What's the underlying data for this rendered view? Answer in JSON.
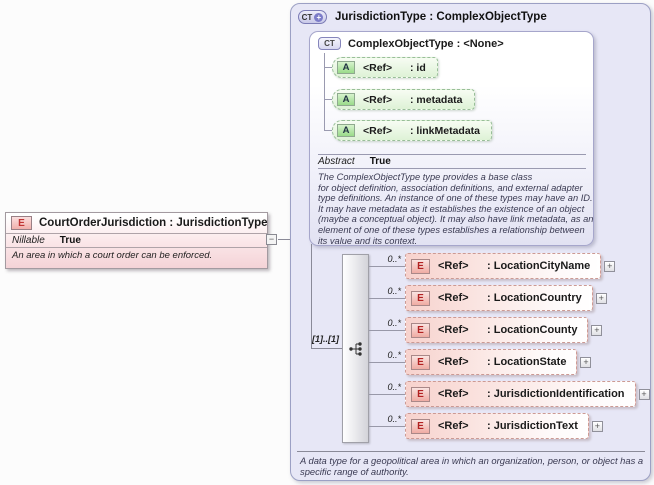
{
  "colors": {
    "panel_bg": "#E7E7F6",
    "element_pink": "#F7D2CD",
    "attribute_green": "#DEF2D6",
    "icon_red": "#B22222",
    "connector_gray": "#8A8A98"
  },
  "left_element": {
    "icon_label": "E",
    "title": "CourtOrderJurisdiction : JurisdictionType",
    "property_name": "Nillable",
    "property_value": "True",
    "annotation": "An area in which a court order can be enforced.",
    "collapse_glyph": "−"
  },
  "panel": {
    "icon_label": "CT",
    "icon_plus_glyph": "+",
    "title": "JurisdictionType : ComplexObjectType",
    "base_type": {
      "icon_label": "CT",
      "title": "ComplexObjectType : <None>",
      "attributes": [
        {
          "icon_label": "A",
          "ref_label": "<Ref>",
          "name": ": id"
        },
        {
          "icon_label": "A",
          "ref_label": "<Ref>",
          "name": ": metadata"
        },
        {
          "icon_label": "A",
          "ref_label": "<Ref>",
          "name": ": linkMetadata"
        }
      ],
      "property_name": "Abstract",
      "property_value": "True",
      "annotation": "The ComplexObjectType type provides a base class\nfor object definition, association definitions, and external adapter type definitions. An instance of one of these types may have an ID. It may have metadata as it establishes the existence of an object (maybe a conceptual object). It may also have link metadata, as an element of one of these types establishes a relationship between its value and its context."
    },
    "content_model": {
      "cardinality_label": "[1]..[1]",
      "compositor": "sequence",
      "expand_glyph": "+",
      "elements": [
        {
          "occurs": "0..*",
          "icon_label": "E",
          "ref_label": "<Ref>",
          "name": ": LocationCityName"
        },
        {
          "occurs": "0..*",
          "icon_label": "E",
          "ref_label": "<Ref>",
          "name": ": LocationCountry"
        },
        {
          "occurs": "0..*",
          "icon_label": "E",
          "ref_label": "<Ref>",
          "name": ": LocationCounty"
        },
        {
          "occurs": "0..*",
          "icon_label": "E",
          "ref_label": "<Ref>",
          "name": ": LocationState"
        },
        {
          "occurs": "0..*",
          "icon_label": "E",
          "ref_label": "<Ref>",
          "name": ": JurisdictionIdentification"
        },
        {
          "occurs": "0..*",
          "icon_label": "E",
          "ref_label": "<Ref>",
          "name": ": JurisdictionText"
        }
      ]
    },
    "annotation": "A data type for a geopolitical area in which an organization, person, or object has a specific range of authority."
  }
}
